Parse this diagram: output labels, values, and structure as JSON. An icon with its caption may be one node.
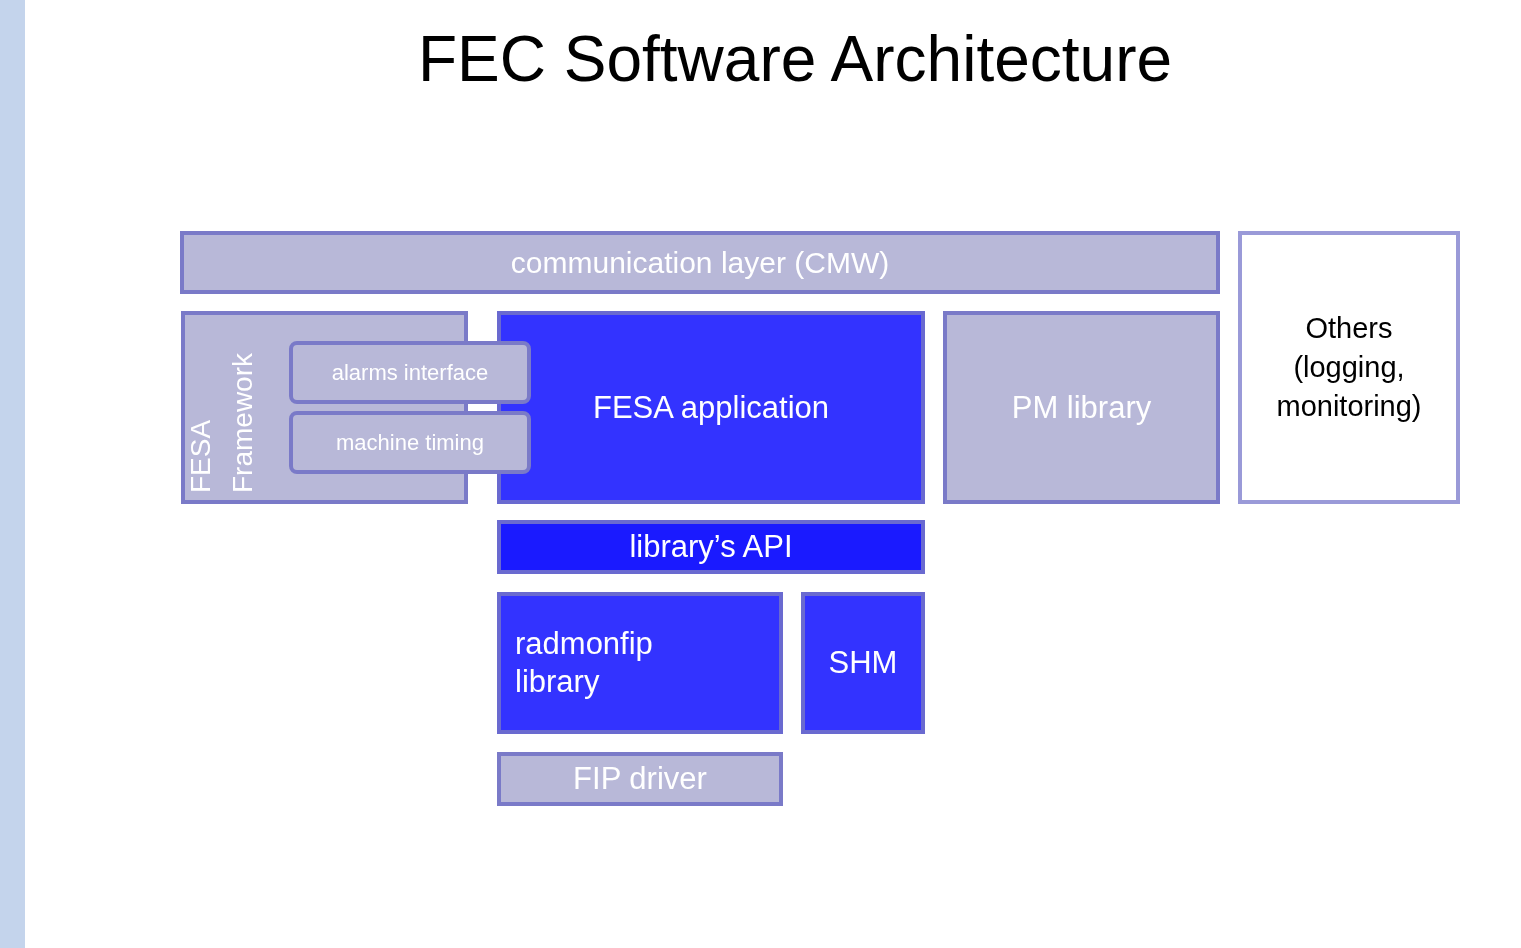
{
  "diagram": {
    "title": "FEC Software Architecture",
    "nodes": [
      {
        "text": [
          "communication layer (CMW)"
        ]
      },
      {
        "text": [
          "Others (logging, monitoring)"
        ]
      },
      {
        "text": [
          "FESA Framework"
        ]
      },
      {
        "text": [
          "alarms interface"
        ]
      },
      {
        "text": [
          "machine timing"
        ]
      },
      {
        "text": [
          "FESA application"
        ]
      },
      {
        "text": [
          "PM library"
        ]
      },
      {
        "text": [
          "library’s API"
        ]
      },
      {
        "text": [
          "radmonfip library"
        ]
      },
      {
        "text": [
          "SHM"
        ]
      },
      {
        "text": [
          "FIP driver"
        ]
      }
    ],
    "edges": []
  }
}
